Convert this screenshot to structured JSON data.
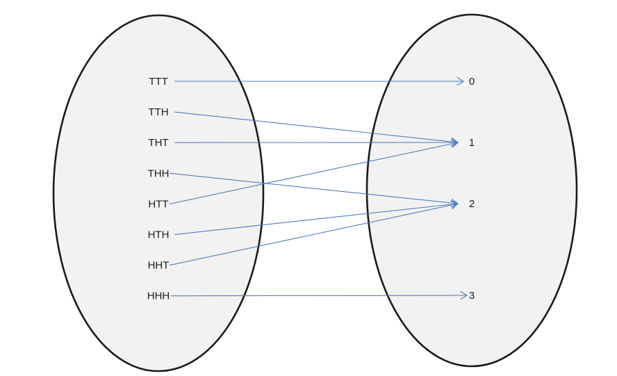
{
  "diagram": {
    "outcomes": [
      "TTT",
      "TTH",
      "THT",
      "THH",
      "HTT",
      "HTH",
      "HHT",
      "HHH"
    ],
    "values": [
      "0",
      "1",
      "2",
      "3"
    ],
    "mapping": [
      {
        "from": "TTT",
        "to": "0"
      },
      {
        "from": "TTH",
        "to": "1"
      },
      {
        "from": "THT",
        "to": "1"
      },
      {
        "from": "THH",
        "to": "2"
      },
      {
        "from": "HTT",
        "to": "1"
      },
      {
        "from": "HTH",
        "to": "2"
      },
      {
        "from": "HHT",
        "to": "2"
      },
      {
        "from": "HHH",
        "to": "3"
      }
    ],
    "colors": {
      "arrow": "#4a7ebb",
      "oval_fill": "#f2f2f2",
      "oval_stroke": "#1a1a1a",
      "text": "#1a1a1a"
    }
  }
}
